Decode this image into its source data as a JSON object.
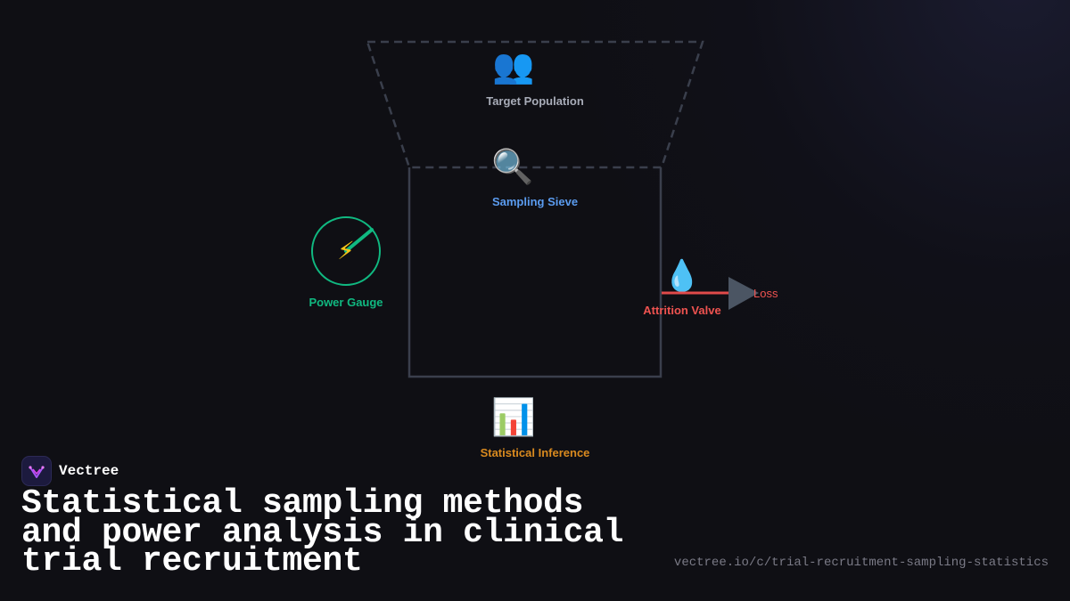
{
  "diagram": {
    "nodes": {
      "target_population": {
        "icon": "👥",
        "label": "Target Population",
        "color": "#a8acb8"
      },
      "sampling_sieve": {
        "icon": "🔍",
        "label": "Sampling Sieve",
        "color": "#5b9cf0"
      },
      "power_gauge": {
        "icon": "⚡",
        "label": "Power Gauge",
        "color": "#10b981"
      },
      "attrition_valve": {
        "icon": "💧",
        "label": "Attrition Valve",
        "color": "#ef5350"
      },
      "statistical_inference": {
        "icon": "📊",
        "label": "Statistical Inference",
        "color": "#d98a1f"
      }
    },
    "loss_label": "Loss",
    "outline_color": "#3a3f4c"
  },
  "brand": {
    "name": "Vectree"
  },
  "title": "Statistical sampling methods and power analysis in clinical trial recruitment",
  "url": "vectree.io/c/trial-recruitment-sampling-statistics"
}
